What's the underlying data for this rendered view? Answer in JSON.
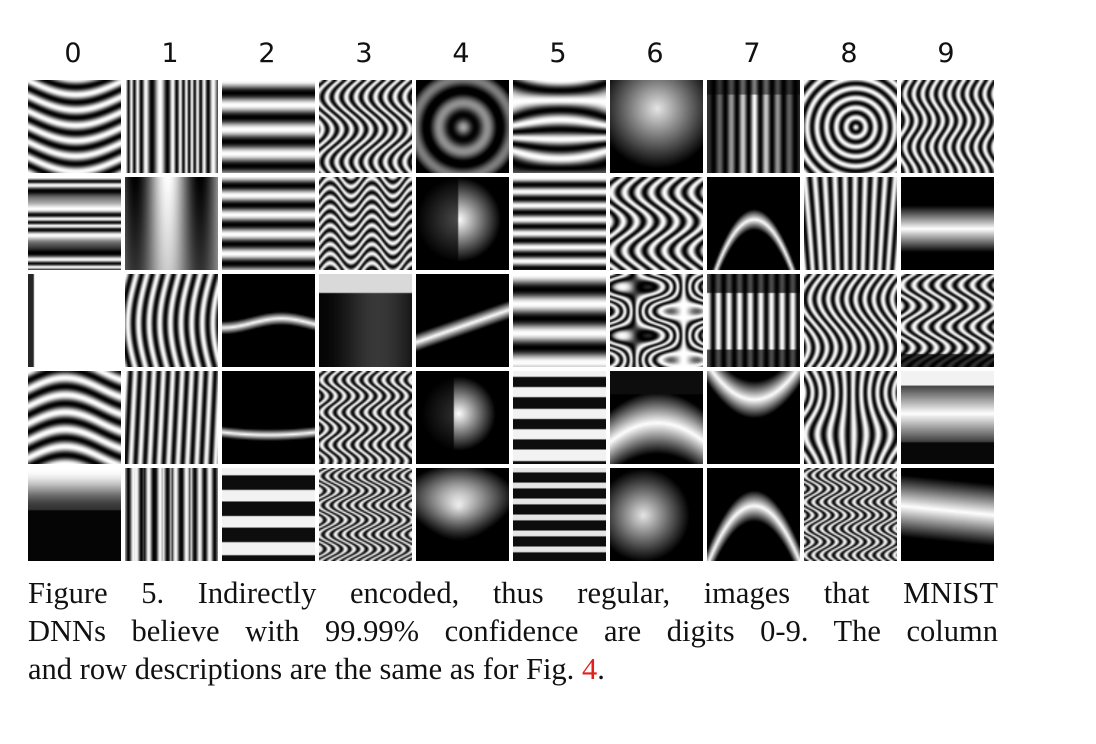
{
  "figure": {
    "column_labels": [
      "0",
      "1",
      "2",
      "3",
      "4",
      "5",
      "6",
      "7",
      "8",
      "9"
    ],
    "rows": 5
  },
  "caption": {
    "line1": "Figure 5. Indirectly encoded, thus regular, images that MNIST",
    "line2": "DNNs believe with 99.99% confidence are digits 0-9. The column",
    "line3_prefix": "and row descriptions are the same as for Fig. ",
    "line3_ref": "4",
    "line3_suffix": ".",
    "ref_color": "#e0201c"
  }
}
